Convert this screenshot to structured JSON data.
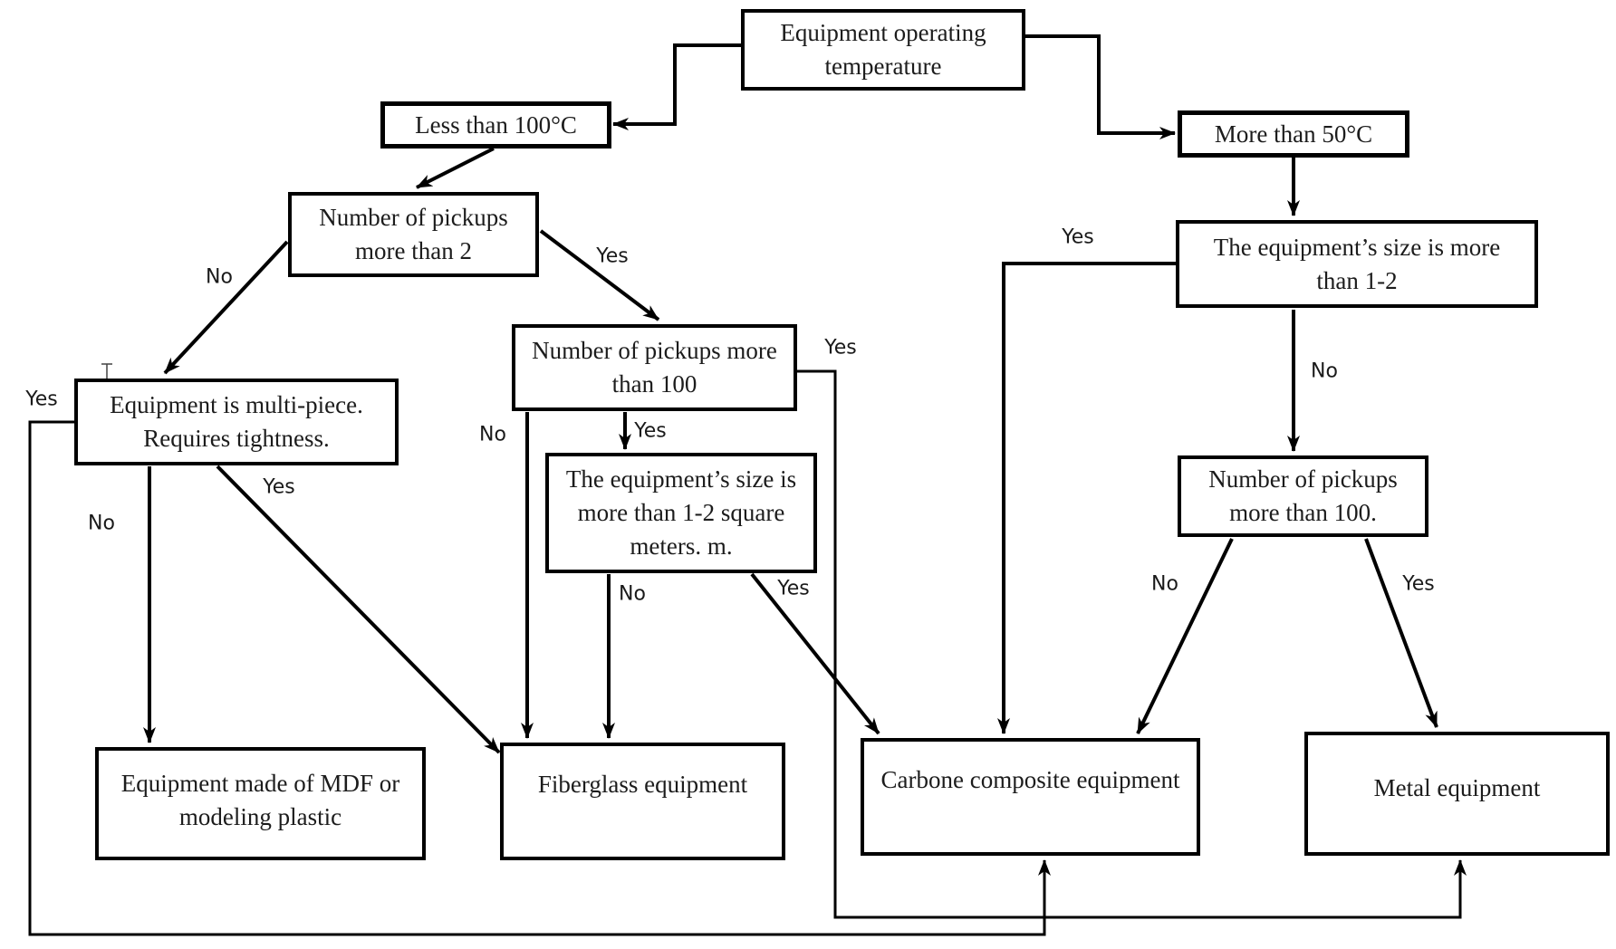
{
  "diagram": {
    "background_color": "#ffffff",
    "line_color": "#000000",
    "box_fill": "#ffffff",
    "box_border_color": "#000000",
    "nodes": {
      "op_temp": {
        "lines": [
          "Equipment operating",
          "temperature"
        ]
      },
      "less_100": {
        "lines": [
          "Less than 100°C"
        ]
      },
      "more_50": {
        "lines": [
          "More than 50°C"
        ]
      },
      "pickups_2": {
        "lines": [
          "Number of pickups",
          "more than 2"
        ]
      },
      "pickups_100_mid": {
        "lines": [
          "Number of pickups more",
          "than 100"
        ]
      },
      "multi_piece": {
        "lines": [
          "Equipment is multi-piece.",
          "Requires tightness."
        ]
      },
      "size_sq": {
        "lines": [
          "The equipment’s size is",
          "more than 1-2 square",
          "meters. m."
        ]
      },
      "size_right": {
        "lines": [
          "The equipment’s size is more",
          "than 1-2"
        ]
      },
      "pickups_100_right": {
        "lines": [
          "Number of pickups",
          "more than 100."
        ]
      },
      "mdf": {
        "lines": [
          "Equipment made of MDF or",
          "modeling plastic"
        ]
      },
      "fiberglass": {
        "lines": [
          "Fiberglass equipment"
        ]
      },
      "carbone": {
        "lines": [
          "Carbone composite equipment"
        ]
      },
      "metal": {
        "lines": [
          "Metal equipment"
        ]
      }
    },
    "edge_labels": {
      "multi_piece_yes_loop": "Yes",
      "pickups2_no": "No",
      "pickups2_yes": "Yes",
      "pickups100mid_no": "No",
      "pickups100mid_yes_down": "Yes",
      "pickups100mid_yes_right": "Yes",
      "multi_piece_no": "No",
      "multi_piece_yes_diag": "Yes",
      "size_sq_no": "No",
      "size_sq_yes": "Yes",
      "size_right_yes": "Yes",
      "size_right_no": "No",
      "pickups100right_no": "No",
      "pickups100right_yes": "Yes"
    }
  }
}
